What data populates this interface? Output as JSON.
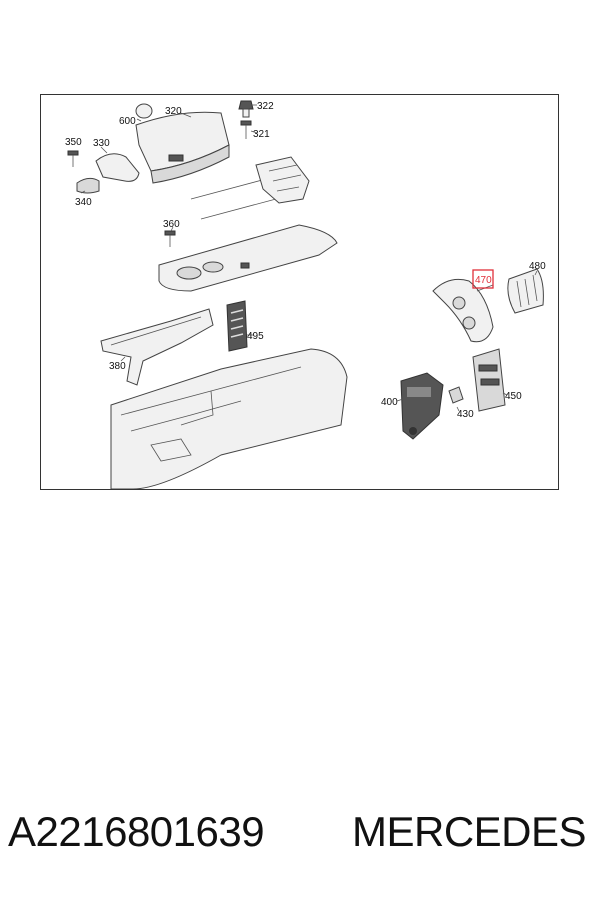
{
  "diagram": {
    "labels": {
      "p600": "600",
      "p320": "320",
      "p322": "322",
      "p321": "321",
      "p350": "350",
      "p330": "330",
      "p340": "340",
      "p360": "360",
      "p495": "495",
      "p380": "380",
      "p470": "470",
      "p480": "480",
      "p450": "450",
      "p400": "400",
      "p430": "430"
    },
    "highlight_color": "#e0303a"
  },
  "caption": {
    "part_number": "A2216801639",
    "brand": "MERCEDES"
  }
}
